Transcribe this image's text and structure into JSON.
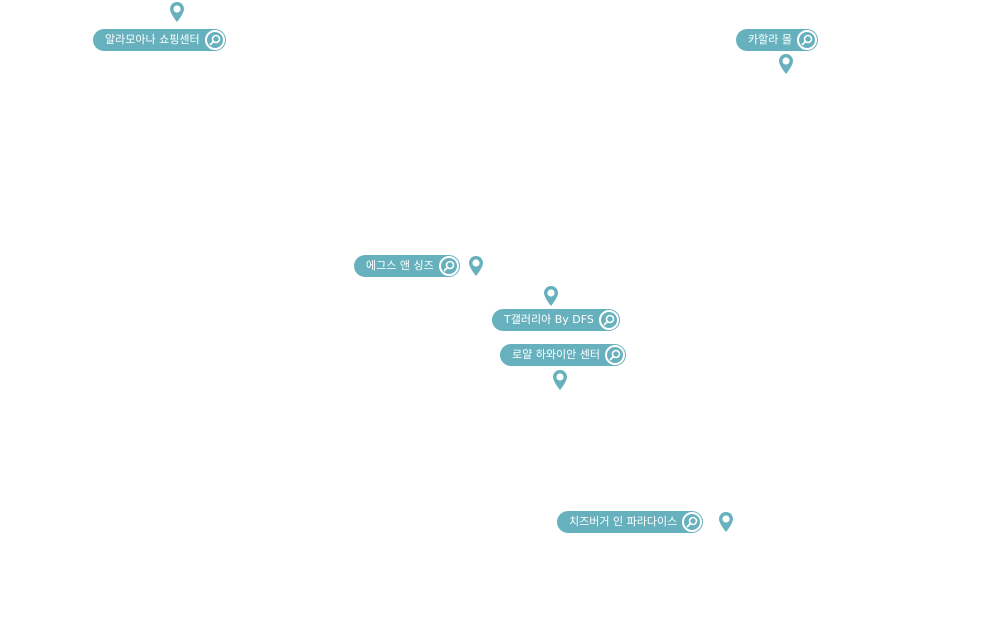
{
  "theme": {
    "marker_color": "#66b1bd",
    "label_text_color": "#ffffff"
  },
  "places": [
    {
      "name": "알라모아나 쇼핑센터",
      "icon": "map-pin-icon"
    },
    {
      "name": "카할라 몰",
      "icon": "map-pin-icon"
    },
    {
      "name": "에그스 앤 싱즈",
      "icon": "map-pin-icon"
    },
    {
      "name": "T갤러리아 By DFS",
      "icon": "map-pin-icon"
    },
    {
      "name": "로얄 하와이안 센터",
      "icon": "map-pin-icon"
    },
    {
      "name": "치즈버거 인 파라다이스",
      "icon": "map-pin-icon"
    }
  ],
  "search_icon": "magnifier-icon"
}
